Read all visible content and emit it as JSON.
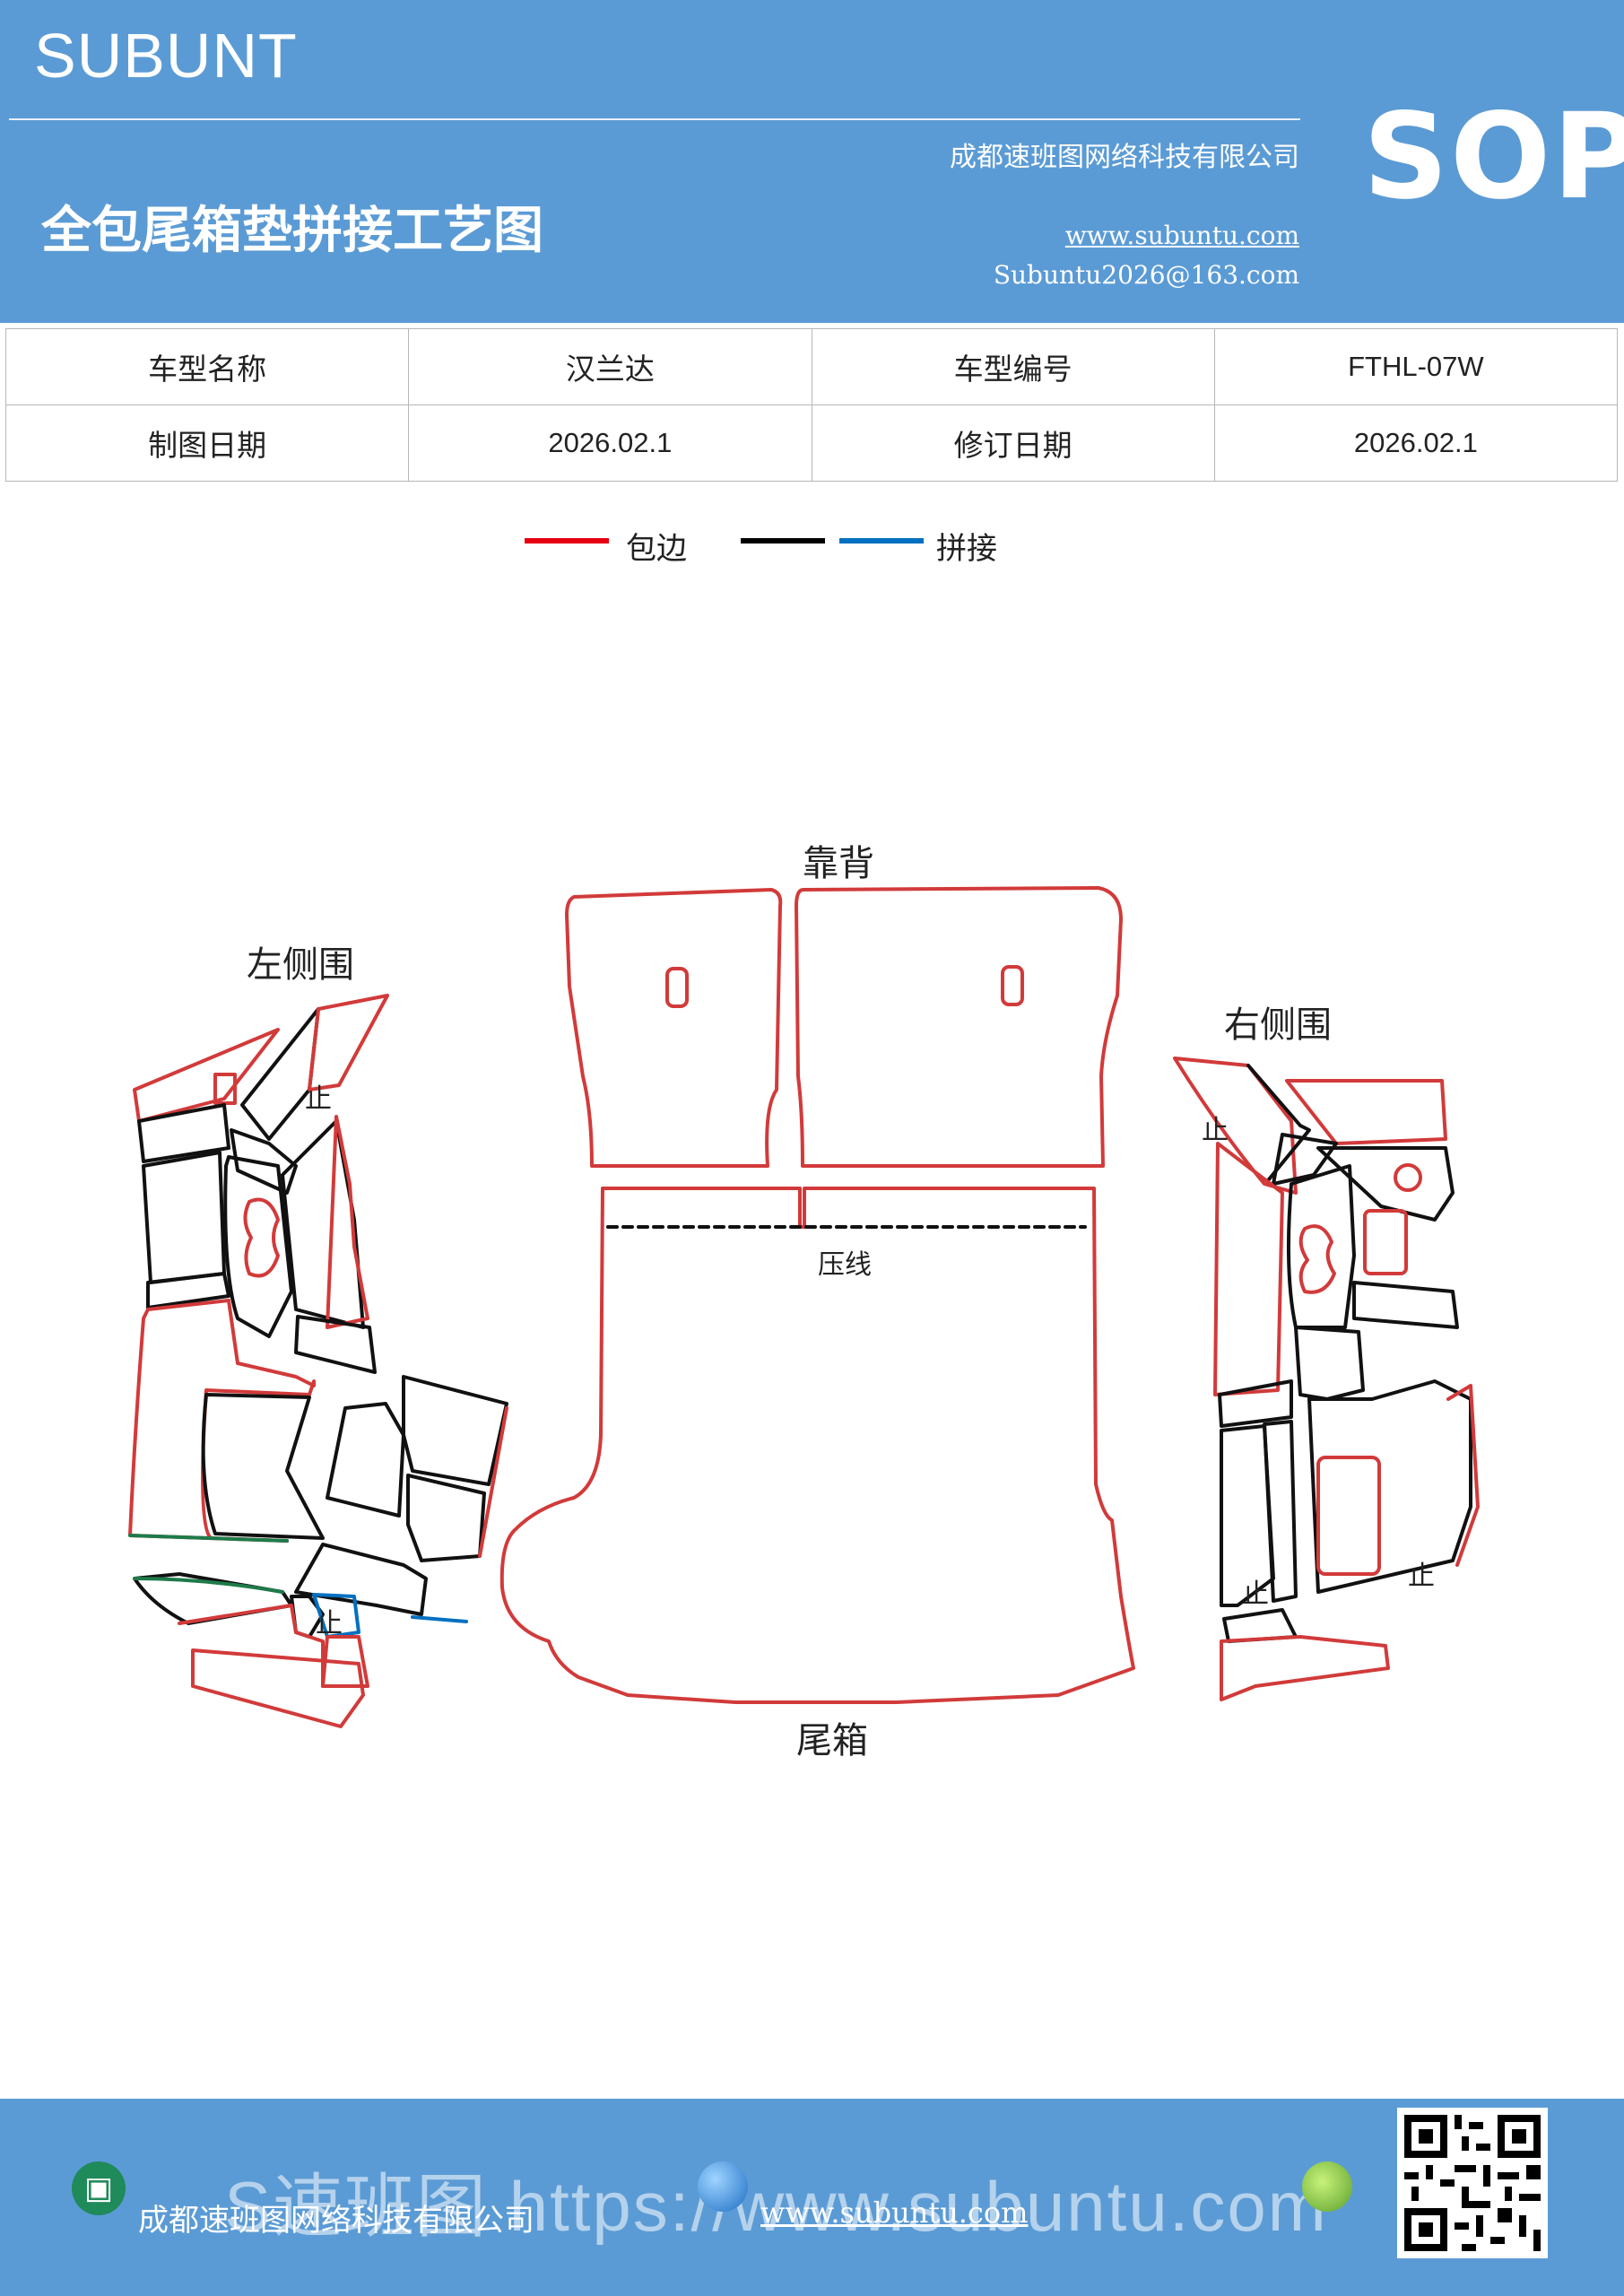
{
  "header": {
    "brand": "SUBUNT",
    "title": "全包尾箱垫拼接工艺图",
    "company": "成都速班图网络科技有限公司",
    "website": "www.subuntu.com",
    "email": "Subuntu2026@163.com",
    "badge": "SOP",
    "background_color": "#5b9bd5"
  },
  "info_table": {
    "rows": [
      [
        "车型名称",
        "汉兰达",
        "车型编号",
        "FTHL-07W"
      ],
      [
        "制图日期",
        "2026.02.1",
        "修订日期",
        "2026.02.1"
      ]
    ]
  },
  "legend": {
    "items": [
      {
        "label": "包边",
        "color": "#e60012"
      },
      {
        "label": "",
        "color": "#000000"
      },
      {
        "label": "拼接",
        "color": "#0070c0"
      }
    ]
  },
  "diagram": {
    "labels": {
      "backrest": "靠背",
      "left_side": "左侧围",
      "right_side": "右侧围",
      "trunk": "尾箱",
      "crease": "压线",
      "stop": "止"
    },
    "edge_color": "#d23a3a",
    "seam_color": "#0070c0",
    "green_color": "#1e7b4a"
  },
  "footer": {
    "company": "成都速班图网络科技有限公司",
    "website": "www.subuntu.com",
    "overlay": "S速班图 https://www.subuntu.com"
  }
}
